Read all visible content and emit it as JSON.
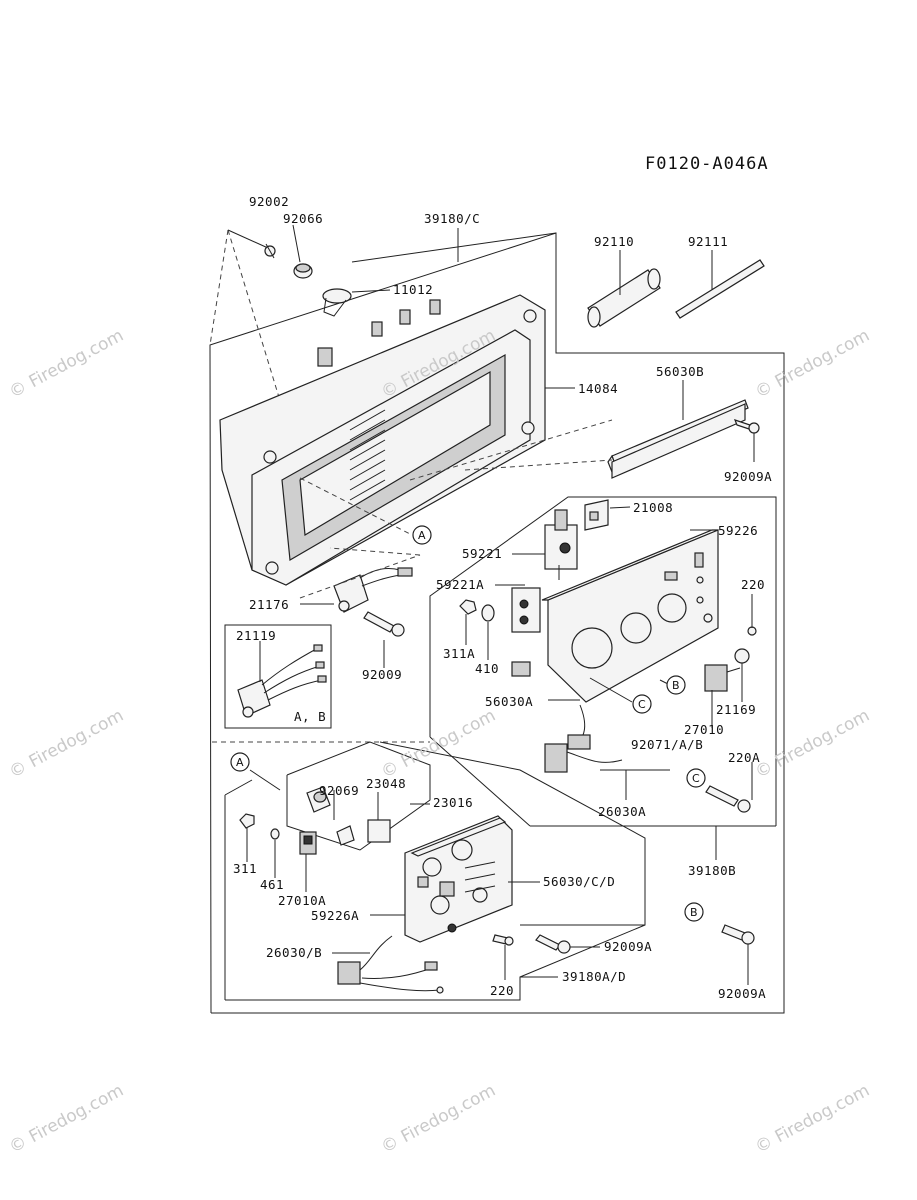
{
  "diagram": {
    "code": "F0120-A046A",
    "watermark": "© Firedog.com",
    "callouts": {
      "a1": "A",
      "a2": "A",
      "b1": "B",
      "b2": "B",
      "c1": "C",
      "c2": "C"
    },
    "parts": {
      "p92002": "92002",
      "p92066": "92066",
      "p39180c": "39180/C",
      "p92110": "92110",
      "p92111": "92111",
      "p11012": "11012",
      "p14084": "14084",
      "p56030b": "56030B",
      "p92009a_top": "92009A",
      "p21008": "21008",
      "p59226": "59226",
      "p59221": "59221",
      "p59221a": "59221A",
      "p220_top": "220",
      "p21176": "21176",
      "p311a": "311A",
      "p410": "410",
      "p92009": "92009",
      "p21119": "21119",
      "p_ab": "A, B",
      "p56030a": "56030A",
      "p21169": "21169",
      "p27010": "27010",
      "p92071": "92071/A/B",
      "p220a": "220A",
      "p26030a": "26030A",
      "p92069": "92069",
      "p23048": "23048",
      "p23016": "23016",
      "p39180b": "39180B",
      "p311": "311",
      "p461": "461",
      "p27010a": "27010A",
      "p56030cd": "56030/C/D",
      "p59226a": "59226A",
      "p26030b": "26030/B",
      "p92009a_mid": "92009A",
      "p220_bot": "220",
      "p39180ad": "39180A/D",
      "p92009a_bot": "92009A"
    }
  }
}
